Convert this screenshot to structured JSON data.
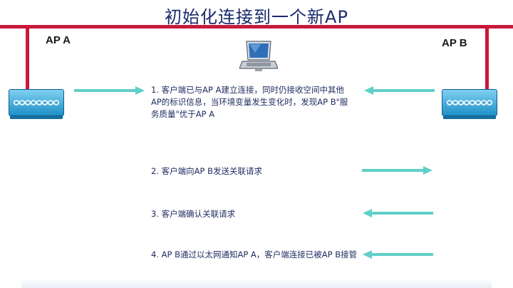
{
  "title": "初始化连接到一个新AP",
  "ap_a": {
    "label": "AP A"
  },
  "ap_b": {
    "label": "AP B"
  },
  "steps": [
    {
      "text": "1. 客户端已与AP A建立连接，同时仍接收空间中其他AP的标识信息，当环境变量发生变化时，发现AP B\"服务质量\"优于AP A"
    },
    {
      "text": "2. 客户端向AP B发送关联请求"
    },
    {
      "text": "3. 客户端确认关联请求"
    },
    {
      "text": "4. AP B通过以太网通知AP A，客户端连接已被AP B接管"
    }
  ],
  "colors": {
    "wire": "#c8193a",
    "arrow": "#5fd0c8",
    "title": "#1a2a6c",
    "ap_device": "#2a9fd6"
  }
}
